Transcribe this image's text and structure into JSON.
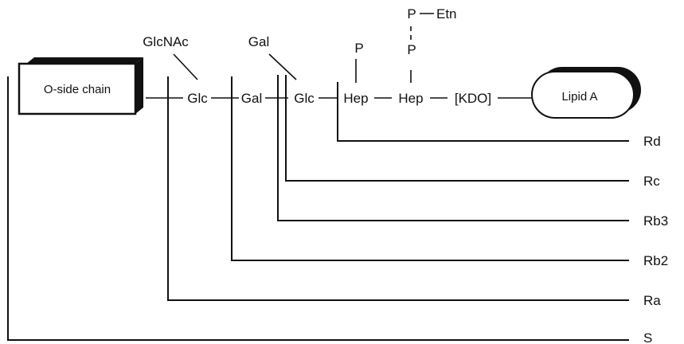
{
  "boxes": {
    "o_side_chain": "O-side chain",
    "lipid_a": "Lipid A"
  },
  "chain": {
    "glc1": "Glc",
    "gal": "Gal",
    "glc2": "Glc",
    "hep1": "Hep",
    "hep2": "Hep",
    "kdo": "[KDO]"
  },
  "branches": {
    "glcnac": "GlcNAc",
    "gal_branch": "Gal",
    "p1": "P",
    "p2": "P",
    "p_etn_p": "P",
    "etn": "Etn"
  },
  "chemotypes": [
    "Rd",
    "Rc",
    "Rb3",
    "Rb2",
    "Ra",
    "S"
  ]
}
